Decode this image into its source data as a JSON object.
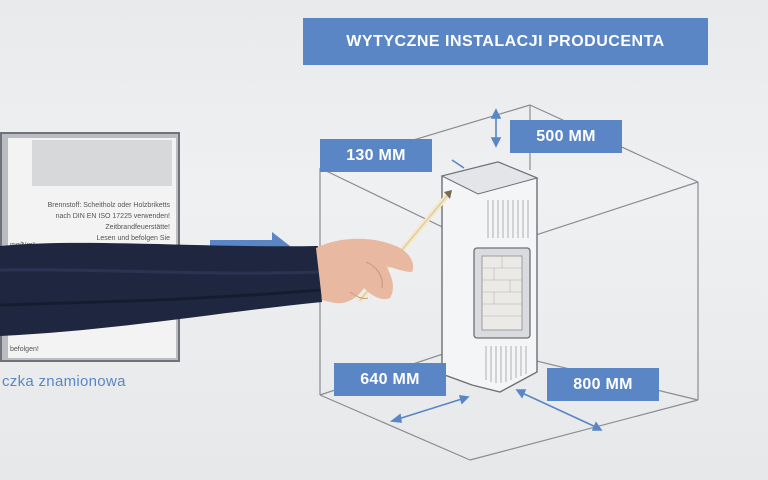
{
  "banner": {
    "title": "WYTYCZNE INSTALACJI PRODUCENTA"
  },
  "dimensions": {
    "top_clearance": "500 MM",
    "side_clearance": "130 MM",
    "front_clearance": "640 MM",
    "right_clearance": "800 MM"
  },
  "nameplate": {
    "line1": "Brennstoff: Scheitholz oder Holzbriketts",
    "line2": "nach DIN EN ISO 17225 verwenden!",
    "line3": "Zeitbrandfeuerstätte!",
    "line4": "Lesen und befolgen Sie",
    "unit": "mg/Nm³",
    "bottom": "befolgen!",
    "caption": "czka znamionowa"
  },
  "colors": {
    "accent": "#5a86c5",
    "background": "#eceef0",
    "sleeve": "#1f2740",
    "skin": "#e8b9a0"
  }
}
